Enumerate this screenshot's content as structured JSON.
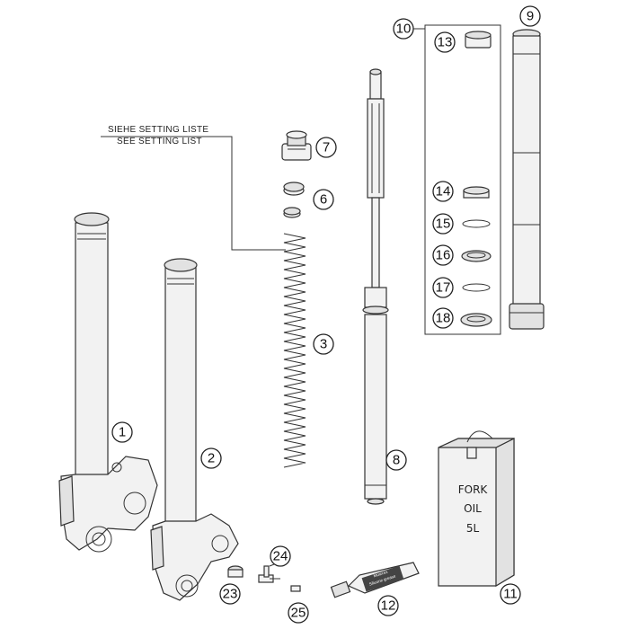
{
  "note": {
    "line1": "SIEHE SETTING LISTE",
    "line2": "SEE SETTING LIST"
  },
  "callouts": [
    "1",
    "2",
    "3",
    "6",
    "7",
    "8",
    "9",
    "10",
    "11",
    "12",
    "13",
    "14",
    "15",
    "16",
    "17",
    "18",
    "23",
    "24",
    "25"
  ],
  "oil_can": {
    "line1": "FORK",
    "line2": "OIL",
    "line3": "5L"
  },
  "grease_tube": {
    "line1": "Motorex",
    "line2": "Silicone grease"
  },
  "colors": {
    "line": "#333333",
    "fill": "#f2f2f2",
    "shade": "#e2e2e2"
  }
}
